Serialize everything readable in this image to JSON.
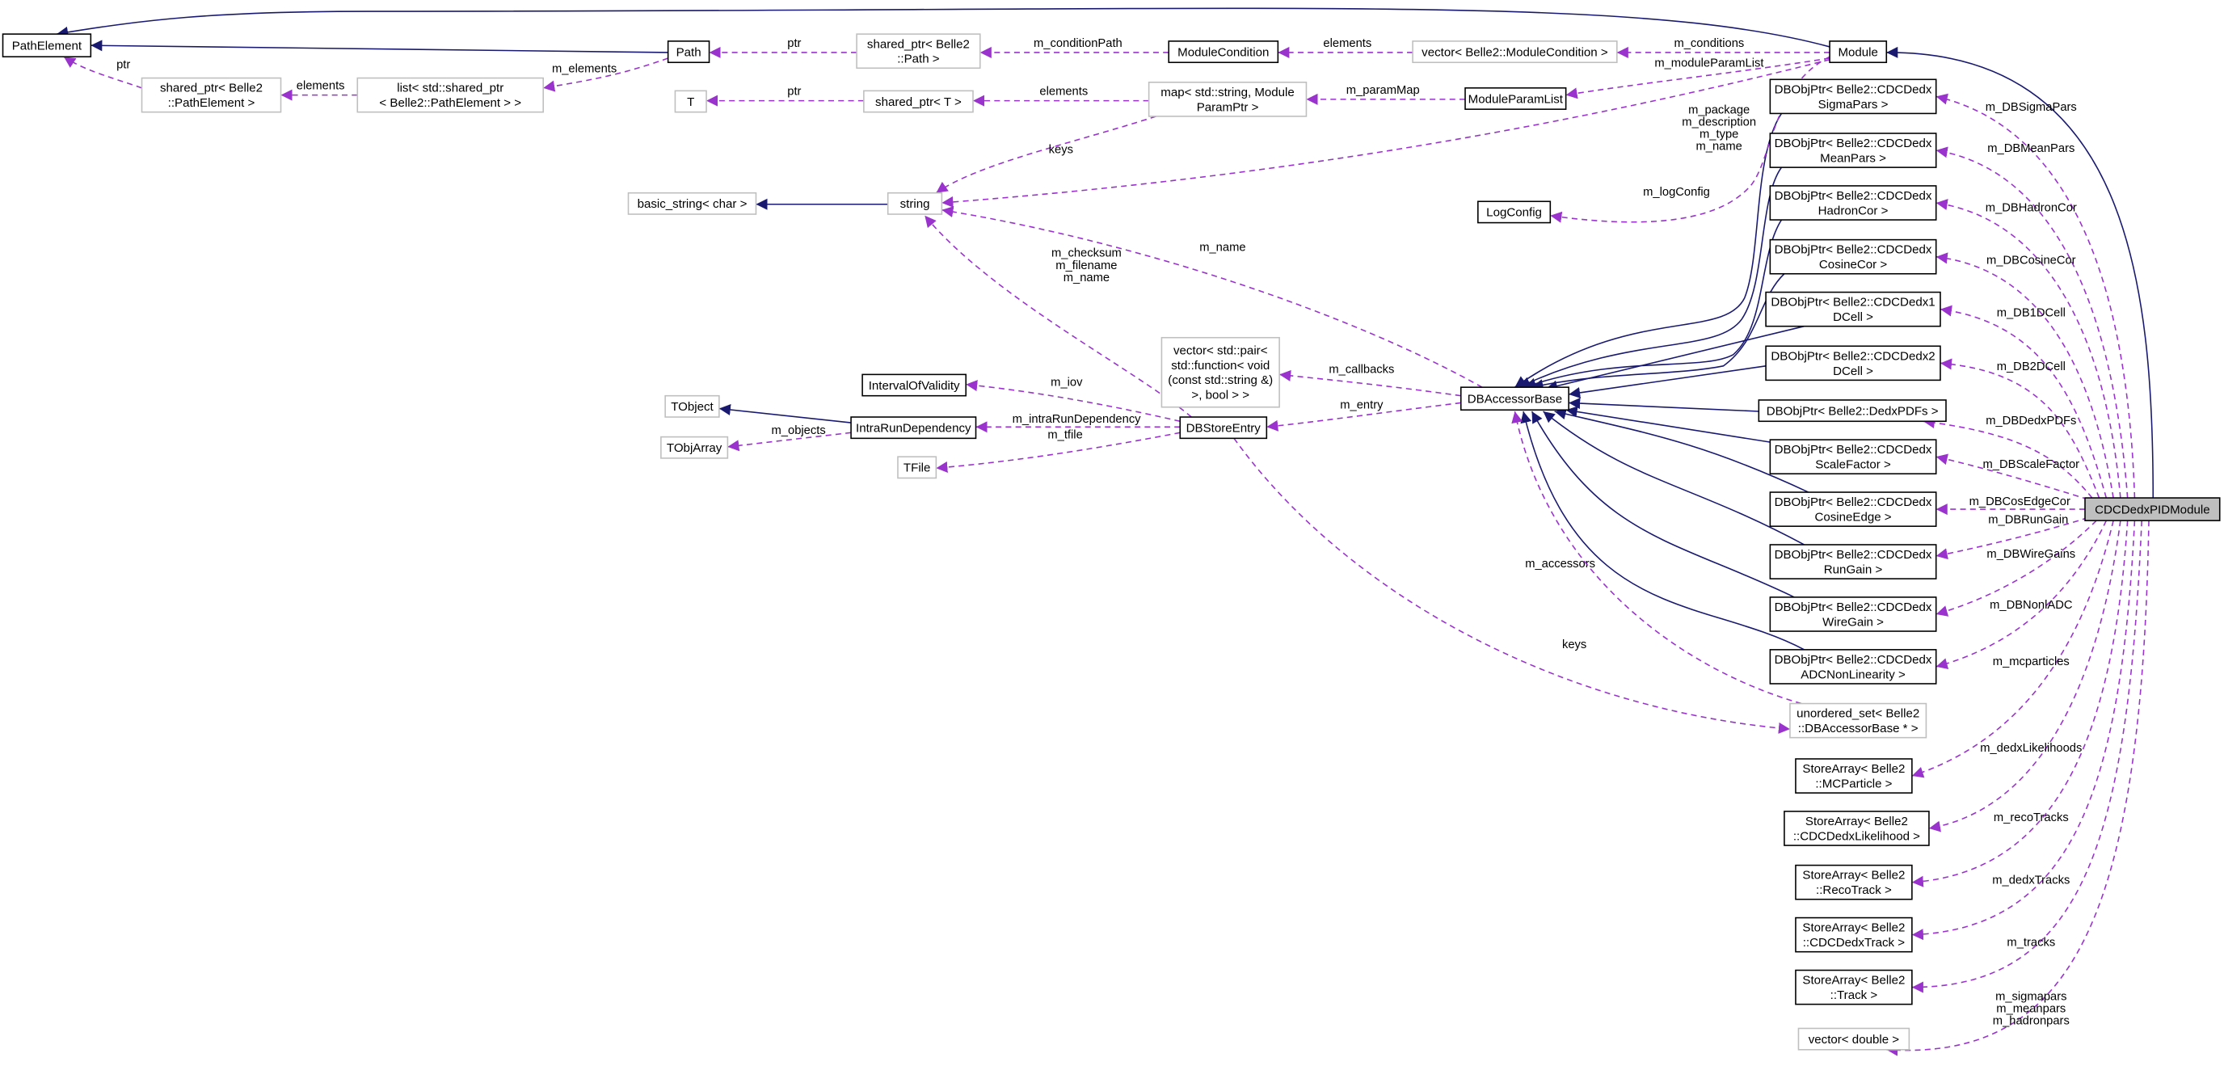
{
  "diagram": {
    "colors": {
      "inherit": "#191970",
      "usage": "#9a32cd",
      "highlight": "#bfbfbf"
    },
    "nodes": [
      {
        "id": "pathelement",
        "lines": [
          "PathElement"
        ],
        "style": "solid"
      },
      {
        "id": "path",
        "lines": [
          "Path"
        ],
        "style": "solid"
      },
      {
        "id": "sp_path",
        "lines": [
          "shared_ptr< Belle2",
          "::Path >"
        ],
        "style": "gray"
      },
      {
        "id": "modcond",
        "lines": [
          "ModuleCondition"
        ],
        "style": "solid"
      },
      {
        "id": "vec_modcond",
        "lines": [
          "vector< Belle2::ModuleCondition >"
        ],
        "style": "gray"
      },
      {
        "id": "module",
        "lines": [
          "Module"
        ],
        "style": "solid"
      },
      {
        "id": "sp_pe",
        "lines": [
          "shared_ptr< Belle2",
          "::PathElement >"
        ],
        "style": "gray"
      },
      {
        "id": "list",
        "lines": [
          "list< std::shared_ptr",
          "< Belle2::PathElement > >"
        ],
        "style": "gray"
      },
      {
        "id": "T",
        "lines": [
          "T"
        ],
        "style": "gray"
      },
      {
        "id": "sp_T",
        "lines": [
          "shared_ptr< T >"
        ],
        "style": "gray"
      },
      {
        "id": "map",
        "lines": [
          "map< std::string, Module",
          "ParamPtr >"
        ],
        "style": "gray"
      },
      {
        "id": "mpl",
        "lines": [
          "ModuleParamList"
        ],
        "style": "solid"
      },
      {
        "id": "string",
        "lines": [
          "string"
        ],
        "style": "gray"
      },
      {
        "id": "basic",
        "lines": [
          "basic_string< char >"
        ],
        "style": "gray"
      },
      {
        "id": "logcfg",
        "lines": [
          "LogConfig"
        ],
        "style": "solid"
      },
      {
        "id": "vecpair",
        "lines": [
          "vector< std::pair<",
          "std::function< void",
          "(const std::string &)",
          ">, bool > >"
        ],
        "style": "gray"
      },
      {
        "id": "iov",
        "lines": [
          "IntervalOfValidity"
        ],
        "style": "solid"
      },
      {
        "id": "tobject",
        "lines": [
          "TObject"
        ],
        "style": "gray"
      },
      {
        "id": "intra",
        "lines": [
          "IntraRunDependency"
        ],
        "style": "solid"
      },
      {
        "id": "tobjarray",
        "lines": [
          "TObjArray"
        ],
        "style": "gray"
      },
      {
        "id": "tfile",
        "lines": [
          "TFile"
        ],
        "style": "gray"
      },
      {
        "id": "dbse",
        "lines": [
          "DBStoreEntry"
        ],
        "style": "solid"
      },
      {
        "id": "dbab",
        "lines": [
          "DBAccessorBase"
        ],
        "style": "solid"
      },
      {
        "id": "sigma",
        "lines": [
          "DBObjPtr< Belle2::CDCDedx",
          "SigmaPars >"
        ],
        "style": "solid"
      },
      {
        "id": "mean",
        "lines": [
          "DBObjPtr< Belle2::CDCDedx",
          "MeanPars >"
        ],
        "style": "solid"
      },
      {
        "id": "hadron",
        "lines": [
          "DBObjPtr< Belle2::CDCDedx",
          "HadronCor >"
        ],
        "style": "solid"
      },
      {
        "id": "cosine",
        "lines": [
          "DBObjPtr< Belle2::CDCDedx",
          "CosineCor >"
        ],
        "style": "solid"
      },
      {
        "id": "cell1",
        "lines": [
          "DBObjPtr< Belle2::CDCDedx1",
          "DCell >"
        ],
        "style": "solid"
      },
      {
        "id": "cell2",
        "lines": [
          "DBObjPtr< Belle2::CDCDedx2",
          "DCell >"
        ],
        "style": "solid"
      },
      {
        "id": "pdfs",
        "lines": [
          "DBObjPtr< Belle2::DedxPDFs >"
        ],
        "style": "solid"
      },
      {
        "id": "scale",
        "lines": [
          "DBObjPtr< Belle2::CDCDedx",
          "ScaleFactor >"
        ],
        "style": "solid"
      },
      {
        "id": "cosedge",
        "lines": [
          "DBObjPtr< Belle2::CDCDedx",
          "CosineEdge >"
        ],
        "style": "solid"
      },
      {
        "id": "rungain",
        "lines": [
          "DBObjPtr< Belle2::CDCDedx",
          "RunGain >"
        ],
        "style": "solid"
      },
      {
        "id": "wiregain",
        "lines": [
          "DBObjPtr< Belle2::CDCDedx",
          "WireGain >"
        ],
        "style": "solid"
      },
      {
        "id": "adc",
        "lines": [
          "DBObjPtr< Belle2::CDCDedx",
          "ADCNonLinearity >"
        ],
        "style": "solid"
      },
      {
        "id": "uset",
        "lines": [
          "unordered_set< Belle2",
          "::DBAccessorBase * >"
        ],
        "style": "gray"
      },
      {
        "id": "mcp",
        "lines": [
          "StoreArray< Belle2",
          "::MCParticle >"
        ],
        "style": "solid"
      },
      {
        "id": "lik",
        "lines": [
          "StoreArray< Belle2",
          "::CDCDedxLikelihood >"
        ],
        "style": "solid"
      },
      {
        "id": "reco",
        "lines": [
          "StoreArray< Belle2",
          "::RecoTrack >"
        ],
        "style": "solid"
      },
      {
        "id": "dedxtrk",
        "lines": [
          "StoreArray< Belle2",
          "::CDCDedxTrack >"
        ],
        "style": "solid"
      },
      {
        "id": "track",
        "lines": [
          "StoreArray< Belle2",
          "::Track >"
        ],
        "style": "solid"
      },
      {
        "id": "vecdbl",
        "lines": [
          "vector< double >"
        ],
        "style": "gray"
      },
      {
        "id": "main",
        "lines": [
          "CDCDedxPIDModule"
        ],
        "style": "main"
      }
    ],
    "edges": [
      {
        "from": "path",
        "to": "pathelement",
        "type": "inherit",
        "label": []
      },
      {
        "from": "module",
        "to": "pathelement",
        "type": "inherit",
        "label": []
      },
      {
        "from": "main",
        "to": "module",
        "type": "inherit",
        "label": []
      },
      {
        "from": "string",
        "to": "basic",
        "type": "inherit",
        "label": []
      },
      {
        "from": "intra",
        "to": "tobject",
        "type": "inherit",
        "label": []
      },
      {
        "from": "sigma",
        "to": "dbab",
        "type": "inherit",
        "label": []
      },
      {
        "from": "mean",
        "to": "dbab",
        "type": "inherit",
        "label": []
      },
      {
        "from": "hadron",
        "to": "dbab",
        "type": "inherit",
        "label": []
      },
      {
        "from": "cosine",
        "to": "dbab",
        "type": "inherit",
        "label": []
      },
      {
        "from": "cell1",
        "to": "dbab",
        "type": "inherit",
        "label": []
      },
      {
        "from": "cell2",
        "to": "dbab",
        "type": "inherit",
        "label": []
      },
      {
        "from": "pdfs",
        "to": "dbab",
        "type": "inherit",
        "label": []
      },
      {
        "from": "scale",
        "to": "dbab",
        "type": "inherit",
        "label": []
      },
      {
        "from": "cosedge",
        "to": "dbab",
        "type": "inherit",
        "label": []
      },
      {
        "from": "rungain",
        "to": "dbab",
        "type": "inherit",
        "label": []
      },
      {
        "from": "wiregain",
        "to": "dbab",
        "type": "inherit",
        "label": []
      },
      {
        "from": "adc",
        "to": "dbab",
        "type": "inherit",
        "label": []
      },
      {
        "from": "path",
        "to": "list",
        "type": "usage",
        "label": [
          "m_elements"
        ]
      },
      {
        "from": "list",
        "to": "sp_pe",
        "type": "usage",
        "label": [
          "elements"
        ]
      },
      {
        "from": "sp_pe",
        "to": "pathelement",
        "type": "usage",
        "label": [
          "ptr"
        ]
      },
      {
        "from": "sp_path",
        "to": "path",
        "type": "usage",
        "label": [
          "ptr"
        ]
      },
      {
        "from": "modcond",
        "to": "sp_path",
        "type": "usage",
        "label": [
          "m_conditionPath"
        ]
      },
      {
        "from": "vec_modcond",
        "to": "modcond",
        "type": "usage",
        "label": [
          "elements"
        ]
      },
      {
        "from": "module",
        "to": "vec_modcond",
        "type": "usage",
        "label": [
          "m_conditions"
        ]
      },
      {
        "from": "module",
        "to": "mpl",
        "type": "usage",
        "label": [
          "m_moduleParamList"
        ]
      },
      {
        "from": "mpl",
        "to": "map",
        "type": "usage",
        "label": [
          "m_paramMap"
        ]
      },
      {
        "from": "map",
        "to": "sp_T",
        "type": "usage",
        "label": [
          "elements"
        ]
      },
      {
        "from": "sp_T",
        "to": "T",
        "type": "usage",
        "label": [
          "ptr"
        ]
      },
      {
        "from": "map",
        "to": "string",
        "type": "usage",
        "label": [
          "keys"
        ]
      },
      {
        "from": "module",
        "to": "string",
        "type": "usage",
        "label": [
          "m_package",
          "m_description",
          "m_type",
          "m_name"
        ]
      },
      {
        "from": "module",
        "to": "logcfg",
        "type": "usage",
        "label": [
          "m_logConfig"
        ]
      },
      {
        "from": "dbab",
        "to": "string",
        "type": "usage",
        "label": [
          "m_name"
        ]
      },
      {
        "from": "dbse",
        "to": "string",
        "type": "usage",
        "label": [
          "m_checksum",
          "m_filename",
          "m_name"
        ]
      },
      {
        "from": "dbab",
        "to": "vecpair",
        "type": "usage",
        "label": [
          "m_callbacks"
        ]
      },
      {
        "from": "dbab",
        "to": "dbse",
        "type": "usage",
        "label": [
          "m_entry"
        ]
      },
      {
        "from": "dbse",
        "to": "iov",
        "type": "usage",
        "label": [
          "m_iov"
        ]
      },
      {
        "from": "dbse",
        "to": "intra",
        "type": "usage",
        "label": [
          "m_intraRunDependency"
        ]
      },
      {
        "from": "dbse",
        "to": "tfile",
        "type": "usage",
        "label": [
          "m_tfile"
        ]
      },
      {
        "from": "intra",
        "to": "tobjarray",
        "type": "usage",
        "label": [
          "m_objects"
        ]
      },
      {
        "from": "dbse",
        "to": "uset",
        "type": "usage",
        "label": [
          "m_accessors"
        ]
      },
      {
        "from": "uset",
        "to": "dbab",
        "type": "usage",
        "label": [
          "keys"
        ]
      },
      {
        "from": "main",
        "to": "sigma",
        "type": "usage",
        "label": [
          "m_DBSigmaPars"
        ]
      },
      {
        "from": "main",
        "to": "mean",
        "type": "usage",
        "label": [
          "m_DBMeanPars"
        ]
      },
      {
        "from": "main",
        "to": "hadron",
        "type": "usage",
        "label": [
          "m_DBHadronCor"
        ]
      },
      {
        "from": "main",
        "to": "cosine",
        "type": "usage",
        "label": [
          "m_DBCosineCor"
        ]
      },
      {
        "from": "main",
        "to": "cell1",
        "type": "usage",
        "label": [
          "m_DB1DCell"
        ]
      },
      {
        "from": "main",
        "to": "cell2",
        "type": "usage",
        "label": [
          "m_DB2DCell"
        ]
      },
      {
        "from": "main",
        "to": "pdfs",
        "type": "usage",
        "label": [
          "m_DBDedxPDFs"
        ]
      },
      {
        "from": "main",
        "to": "scale",
        "type": "usage",
        "label": [
          "m_DBScaleFactor"
        ]
      },
      {
        "from": "main",
        "to": "cosedge",
        "type": "usage",
        "label": [
          "m_DBCosEdgeCor"
        ]
      },
      {
        "from": "main",
        "to": "rungain",
        "type": "usage",
        "label": [
          "m_DBRunGain"
        ]
      },
      {
        "from": "main",
        "to": "wiregain",
        "type": "usage",
        "label": [
          "m_DBWireGains"
        ]
      },
      {
        "from": "main",
        "to": "adc",
        "type": "usage",
        "label": [
          "m_DBNonlADC"
        ]
      },
      {
        "from": "main",
        "to": "mcp",
        "type": "usage",
        "label": [
          "m_mcparticles"
        ]
      },
      {
        "from": "main",
        "to": "lik",
        "type": "usage",
        "label": [
          "m_dedxLikelihoods"
        ]
      },
      {
        "from": "main",
        "to": "reco",
        "type": "usage",
        "label": [
          "m_recoTracks"
        ]
      },
      {
        "from": "main",
        "to": "dedxtrk",
        "type": "usage",
        "label": [
          "m_dedxTracks"
        ]
      },
      {
        "from": "main",
        "to": "track",
        "type": "usage",
        "label": [
          "m_tracks"
        ]
      },
      {
        "from": "main",
        "to": "vecdbl",
        "type": "usage",
        "label": [
          "m_sigmapars",
          "m_meanpars",
          "m_hadronpars"
        ]
      }
    ]
  }
}
